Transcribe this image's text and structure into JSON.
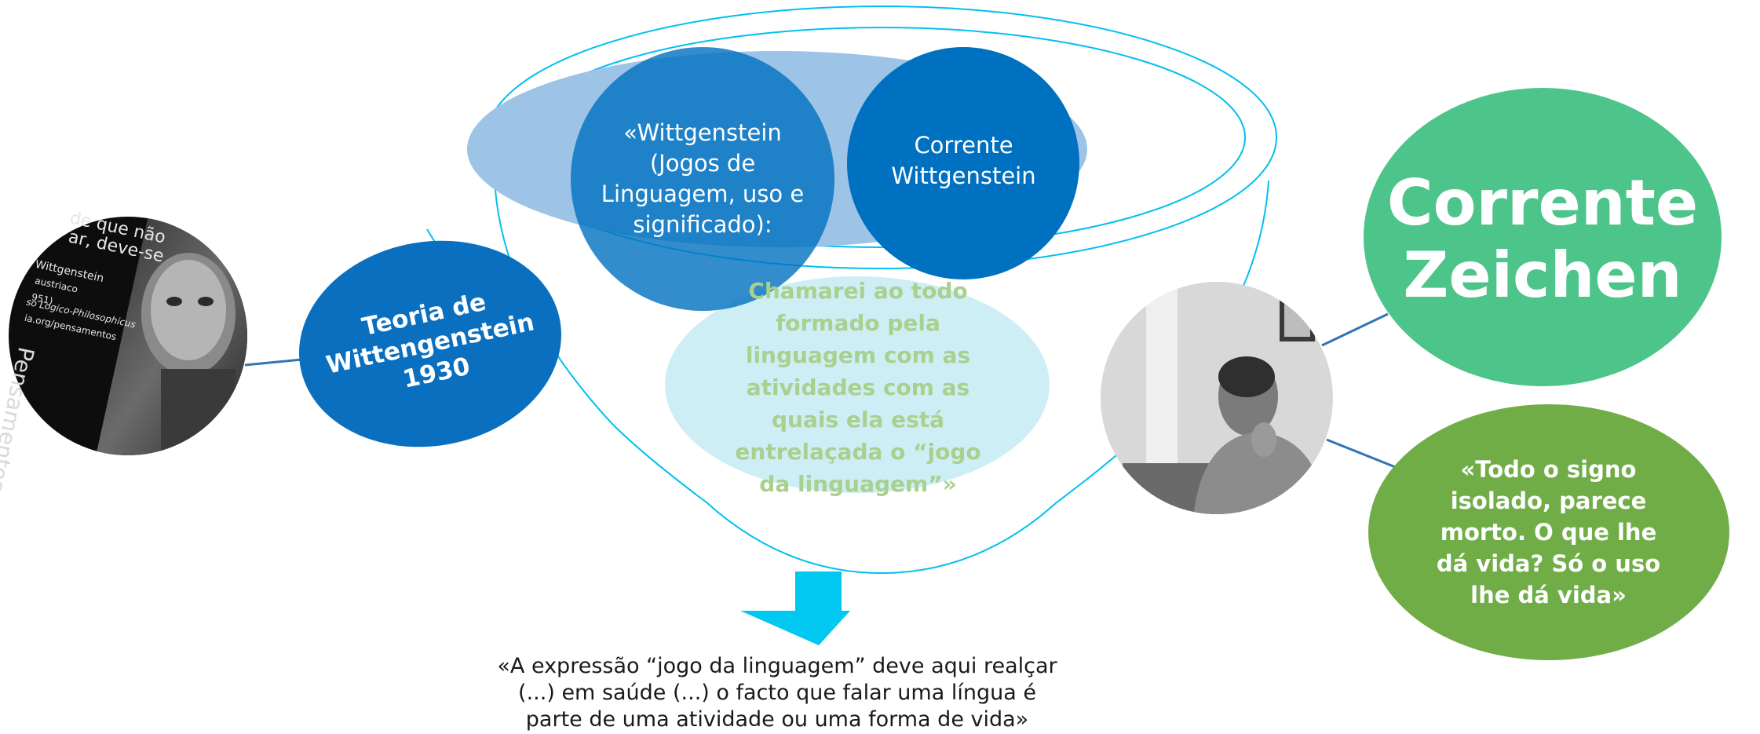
{
  "nodes": {
    "wittgenstein_games": "«Wittgenstein (Jogos de Linguagem, uso e significado):",
    "corrente_wittgenstein": "Corrente Wittgenstein",
    "teoria": "Teoria de Wittengenstein 1930",
    "corrente_zeichen": "Corrente Zeichen",
    "todo_signo": "«Todo o signo isolado, parece morto. O que lhe dá vida? Só o uso lhe dá vida»",
    "chamarei": "Chamarei ao todo formado pela linguagem com as atividades com as quais ela está entrelaçada o “jogo da linguagem”»"
  },
  "bottom_quote": "«A expressão “jogo da linguagem” deve aqui realçar (...) em saúde (...) o facto que falar uma língua é parte de uma atividade ou uma forma de vida»",
  "photo_left_text": {
    "line1": "de que não",
    "line2": "ar, deve-se",
    "line3": "Wittgenstein",
    "line4": "austriaco",
    "line5": "951)",
    "line6": "so Logico-Philosophicus",
    "line7": "ia.org/pensamentos",
    "vertical": "Pensamentos"
  },
  "colors": {
    "blue_dark": "#0070c0",
    "blue_light": "#9dc3e6",
    "cyan": "#00c8f0",
    "green_dark": "#70ad47",
    "green_teal": "#4dc48a",
    "pale_cyan": "#cdeef4",
    "green_text": "#a9d08e"
  }
}
